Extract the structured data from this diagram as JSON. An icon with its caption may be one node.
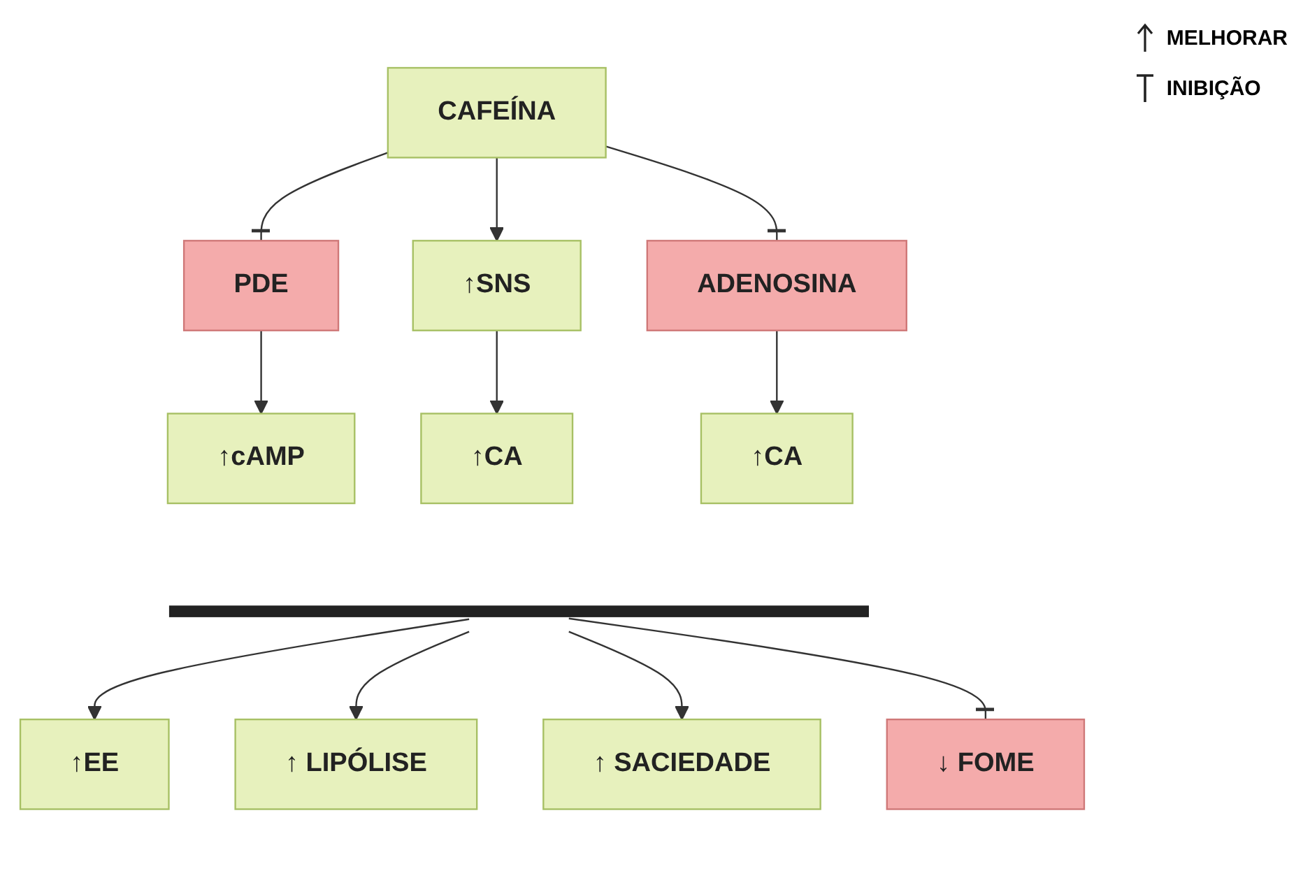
{
  "diagram": {
    "nodes": [
      {
        "text": [
          "CAFEÍNA"
        ]
      },
      {
        "text": [
          "PDE"
        ]
      },
      {
        "text": [
          "↑SNS"
        ]
      },
      {
        "text": [
          "ADENOSINA"
        ]
      },
      {
        "text": [
          "↑cAMP"
        ]
      },
      {
        "text": [
          "↑CA"
        ]
      },
      {
        "text": [
          "↑CA"
        ]
      },
      {
        "text": [],
        "shape": "bar"
      },
      {
        "text": [
          "↑EE"
        ]
      },
      {
        "text": [
          "↑ LIPÓLISE"
        ]
      },
      {
        "text": [
          "↑ SACIEDADE"
        ]
      },
      {
        "text": [
          "↓ FOME"
        ]
      }
    ],
    "edges": [
      {
        "from": 0,
        "to": 1,
        "arrow": "other"
      },
      {
        "from": 0,
        "to": 2,
        "arrow": "to"
      },
      {
        "from": 0,
        "to": 3,
        "arrow": "other"
      },
      {
        "from": 1,
        "to": 4,
        "arrow": "to"
      },
      {
        "from": 2,
        "to": 5,
        "arrow": "to"
      },
      {
        "from": 3,
        "to": 6,
        "arrow": "to"
      },
      {
        "from": 7,
        "to": 8,
        "arrow": "to"
      },
      {
        "from": 7,
        "to": 9,
        "arrow": "to"
      },
      {
        "from": 7,
        "to": 10,
        "arrow": "to"
      },
      {
        "from": 7,
        "to": 11,
        "arrow": "other"
      }
    ],
    "legend": [
      {
        "text": "MELHORAR"
      },
      {
        "text": "INIBIÇÃO"
      }
    ]
  }
}
